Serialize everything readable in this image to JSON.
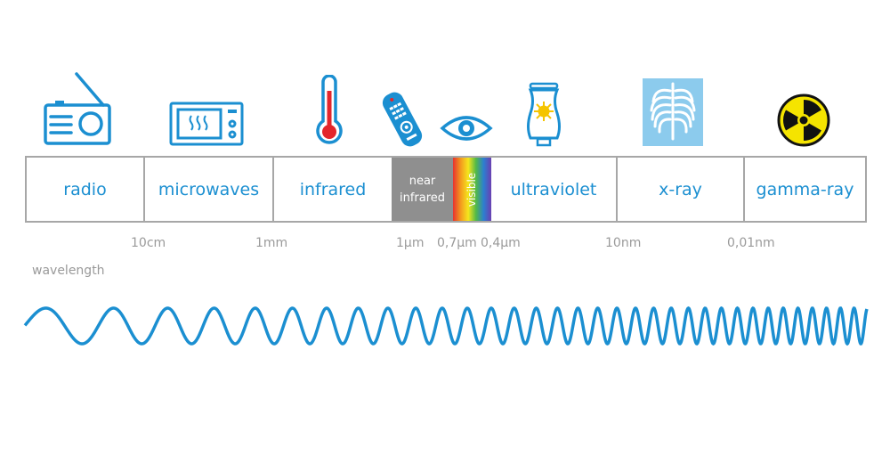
{
  "bands": {
    "radio": "radio",
    "microwaves": "microwaves",
    "infrared": "infrared",
    "near_infrared_line1": "near",
    "near_infrared_line2": "infrared",
    "visible": "visible",
    "ultraviolet": "ultraviolet",
    "xray": "x-ray",
    "gamma": "gamma-ray"
  },
  "scale": {
    "ticks": [
      "10cm",
      "1mm",
      "1µm",
      "0,7µm",
      "0,4µm",
      "10nm",
      "0,01nm"
    ],
    "label": "wavelength"
  },
  "icons": [
    "radio-icon",
    "microwave-oven-icon",
    "thermometer-icon",
    "remote-control-icon",
    "eye-icon",
    "sunscreen-bottle-icon",
    "xray-ribcage-icon",
    "radiation-hazard-icon"
  ],
  "colors": {
    "accent": "#1b8fd1",
    "border": "#a7a7a7",
    "tick_text": "#9a9a9a",
    "near_infrared_bg": "#8f8f8f",
    "thermometer_red": "#e3262b",
    "hazard_yellow": "#f5e400",
    "xray_bg": "#8ccbed"
  }
}
